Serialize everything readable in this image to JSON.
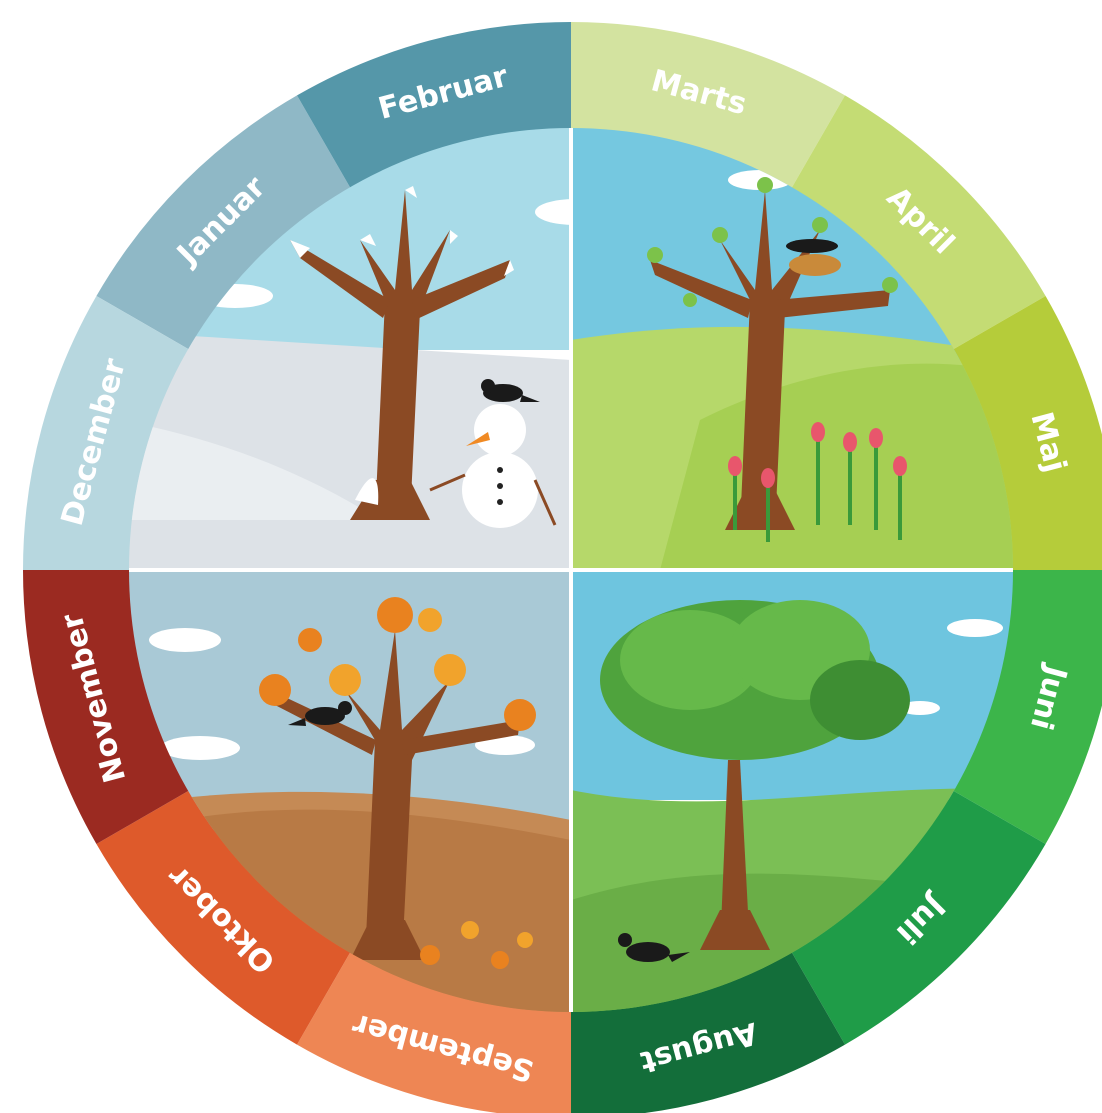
{
  "months": [
    {
      "label": "Januar",
      "color": "#8fb8c6"
    },
    {
      "label": "Februar",
      "color": "#5597a9"
    },
    {
      "label": "Marts",
      "color": "#d3e3a0"
    },
    {
      "label": "April",
      "color": "#c4dc74"
    },
    {
      "label": "Maj",
      "color": "#b5cc3a"
    },
    {
      "label": "Juni",
      "color": "#3cb54a"
    },
    {
      "label": "Juli",
      "color": "#1f9c48"
    },
    {
      "label": "August",
      "color": "#136e3a"
    },
    {
      "label": "September",
      "color": "#ee8654"
    },
    {
      "label": "Oktober",
      "color": "#de5a2b"
    },
    {
      "label": "November",
      "color": "#9b2a21"
    },
    {
      "label": "December",
      "color": "#b7d7df"
    }
  ],
  "seasons": {
    "winter": {
      "sky": "#a8dbe8",
      "ground": "#dde2e7"
    },
    "spring": {
      "sky": "#75c8e0",
      "ground": "#b6d86a"
    },
    "summer": {
      "sky": "#6ec5df",
      "ground": "#7bbf55"
    },
    "autumn": {
      "sky": "#a9c9d6",
      "ground": "#c58a55"
    }
  }
}
